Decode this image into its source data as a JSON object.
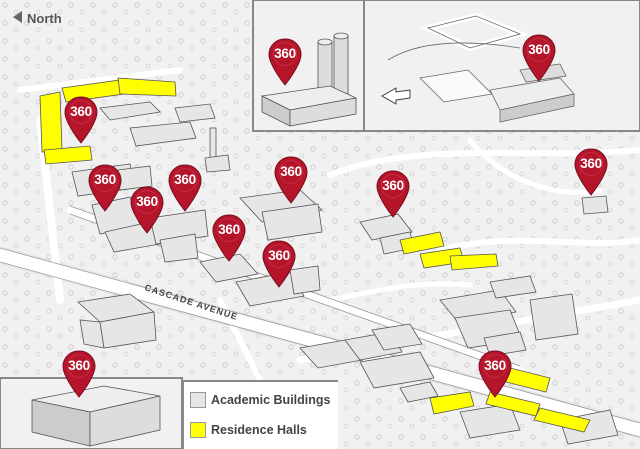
{
  "north_label": "North",
  "pin_label": "360",
  "colors": {
    "pin": "#b5152b",
    "residence": "#ffff00",
    "academic": "#e6e6e6",
    "road": "#ffffff",
    "ground": "#f1f1f1",
    "outline": "#555555"
  },
  "street_label": "CASCADE AVENUE",
  "legend": {
    "items": [
      {
        "label": "Academic Buildings",
        "color": "#e6e6e6"
      },
      {
        "label": "Residence Halls",
        "color": "#ffff00"
      }
    ]
  },
  "icons": [
    "north-arrow-icon",
    "map-pin-icon",
    "tree-icon"
  ]
}
